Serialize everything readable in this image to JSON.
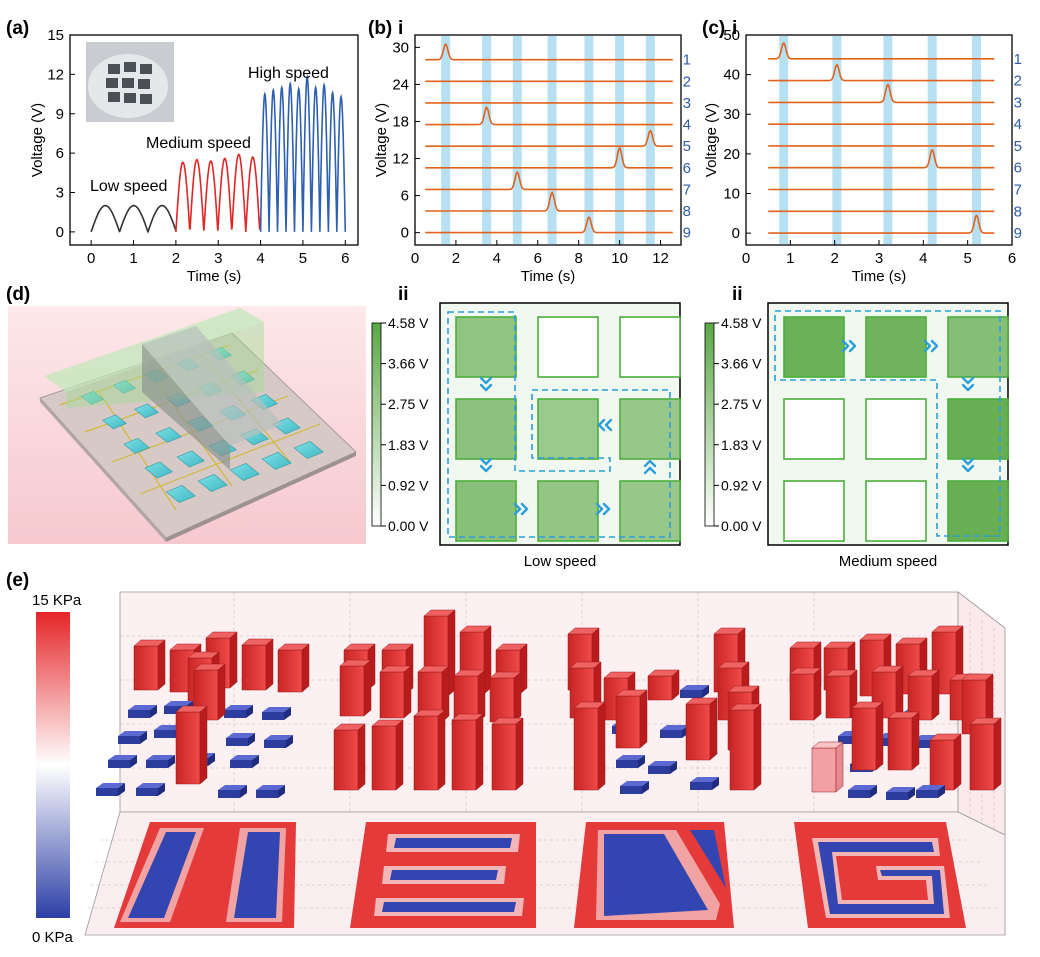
{
  "panel_labels": {
    "a": "(a)",
    "b": "(b)",
    "c": "(c)",
    "d": "(d)",
    "e": "(e)"
  },
  "roman": {
    "b_i": "i",
    "c_i": "i",
    "b_ii": "ii",
    "c_ii": "ii"
  },
  "colors": {
    "low": "#333333",
    "medium": "#e02727",
    "high": "#2f5fb0",
    "pulse": "#e0621c",
    "highlight": "#b7e0f3",
    "channel_label": "#2e5aa8",
    "green_dark": "#5aa845",
    "green_border": "#4cae3c",
    "arrow": "#2c9fd9",
    "red": "#e03030",
    "blue": "#2e3fa6"
  },
  "chart_data": [
    {
      "id": "a",
      "type": "line",
      "xlabel": "Time (s)",
      "ylabel": "Voltage (V)",
      "xlim": [
        -0.5,
        6.3
      ],
      "ylim": [
        -1,
        15
      ],
      "xticks": [
        0,
        1,
        2,
        3,
        4,
        5,
        6
      ],
      "yticks": [
        0,
        3,
        6,
        9,
        12,
        15
      ],
      "annotations": [
        "Low speed",
        "Medium speed",
        "High speed"
      ],
      "series": [
        {
          "key": "low",
          "x_range": [
            0,
            2
          ],
          "period": 0.67,
          "peak": 2.0
        },
        {
          "key": "medium",
          "x_range": [
            2,
            4
          ],
          "period": 0.33,
          "peaks": [
            5.3,
            5.5,
            5.4,
            5.6,
            5.9,
            5.7
          ]
        },
        {
          "key": "high",
          "x_range": [
            4,
            6
          ],
          "period": 0.2,
          "peaks": [
            10.5,
            10.8,
            11.0,
            11.3,
            10.9,
            11.8,
            11.0,
            11.2,
            10.6,
            10.3
          ]
        }
      ]
    },
    {
      "id": "b",
      "type": "line",
      "xlabel": "Time (s)",
      "ylabel": "Voltage (V)",
      "xlim": [
        0,
        13
      ],
      "ylim": [
        -2,
        32
      ],
      "xticks": [
        0,
        2,
        4,
        6,
        8,
        10,
        12
      ],
      "yticks": [
        0,
        6,
        12,
        18,
        24,
        30
      ],
      "channel_labels": [
        "1",
        "2",
        "3",
        "4",
        "5",
        "6",
        "7",
        "8",
        "9"
      ],
      "baselines": [
        28,
        24.5,
        21,
        17.5,
        14,
        10.5,
        7,
        3.5,
        0
      ],
      "highlight_times": [
        1.5,
        3.5,
        5.0,
        6.7,
        8.5,
        10.0,
        11.5
      ],
      "pulses": [
        {
          "channel": 1,
          "t": 1.5,
          "height": 2.5
        },
        {
          "channel": 4,
          "t": 3.5,
          "height": 2.8
        },
        {
          "channel": 7,
          "t": 5.0,
          "height": 2.8
        },
        {
          "channel": 8,
          "t": 6.7,
          "height": 3.0
        },
        {
          "channel": 9,
          "t": 8.5,
          "height": 2.5
        },
        {
          "channel": 6,
          "t": 10.0,
          "height": 3.2
        },
        {
          "channel": 5,
          "t": 11.5,
          "height": 2.5
        }
      ]
    },
    {
      "id": "c",
      "type": "line",
      "xlabel": "Time (s)",
      "ylabel": "Voltage (V)",
      "xlim": [
        0,
        6
      ],
      "ylim": [
        -3,
        50
      ],
      "xticks": [
        0,
        1,
        2,
        3,
        4,
        5,
        6
      ],
      "yticks": [
        0,
        10,
        20,
        30,
        40,
        50
      ],
      "channel_labels": [
        "1",
        "2",
        "3",
        "4",
        "5",
        "6",
        "7",
        "8",
        "9"
      ],
      "baselines": [
        44,
        38.5,
        33,
        27.5,
        22,
        16.5,
        11,
        5.5,
        0
      ],
      "highlight_times": [
        0.85,
        2.05,
        3.2,
        4.2,
        5.2
      ],
      "pulses": [
        {
          "channel": 1,
          "t": 0.85,
          "height": 4.0
        },
        {
          "channel": 2,
          "t": 2.05,
          "height": 4.0
        },
        {
          "channel": 3,
          "t": 3.2,
          "height": 4.5
        },
        {
          "channel": 6,
          "t": 4.2,
          "height": 4.5
        },
        {
          "channel": 9,
          "t": 5.2,
          "height": 4.5
        }
      ]
    },
    {
      "id": "b_ii",
      "type": "heatmap",
      "caption": "Low speed",
      "colorbar": {
        "ticks": [
          "4.58 V",
          "3.66 V",
          "2.75 V",
          "1.83 V",
          "0.92 V",
          "0.00 V"
        ],
        "range": [
          0,
          4.58
        ]
      },
      "cells": [
        [
          3.1,
          0.05,
          0.05
        ],
        [
          3.2,
          2.8,
          2.9
        ],
        [
          3.3,
          3.0,
          2.9
        ]
      ]
    },
    {
      "id": "c_ii",
      "type": "heatmap",
      "caption": "Medium speed",
      "colorbar": {
        "ticks": [
          "4.58 V",
          "3.66 V",
          "2.75 V",
          "1.83 V",
          "0.92 V",
          "0.00 V"
        ],
        "range": [
          0,
          4.58
        ]
      },
      "cells": [
        [
          4.1,
          4.0,
          3.4
        ],
        [
          0.05,
          0.05,
          4.2
        ],
        [
          0.05,
          0.05,
          4.2
        ]
      ]
    },
    {
      "id": "e",
      "type": "heatmap",
      "colorbar": {
        "max_label": "15 KPa",
        "min_label": "0 KPa",
        "range": [
          0,
          15
        ]
      },
      "letters": [
        "H",
        "E",
        "N",
        "G"
      ]
    }
  ]
}
